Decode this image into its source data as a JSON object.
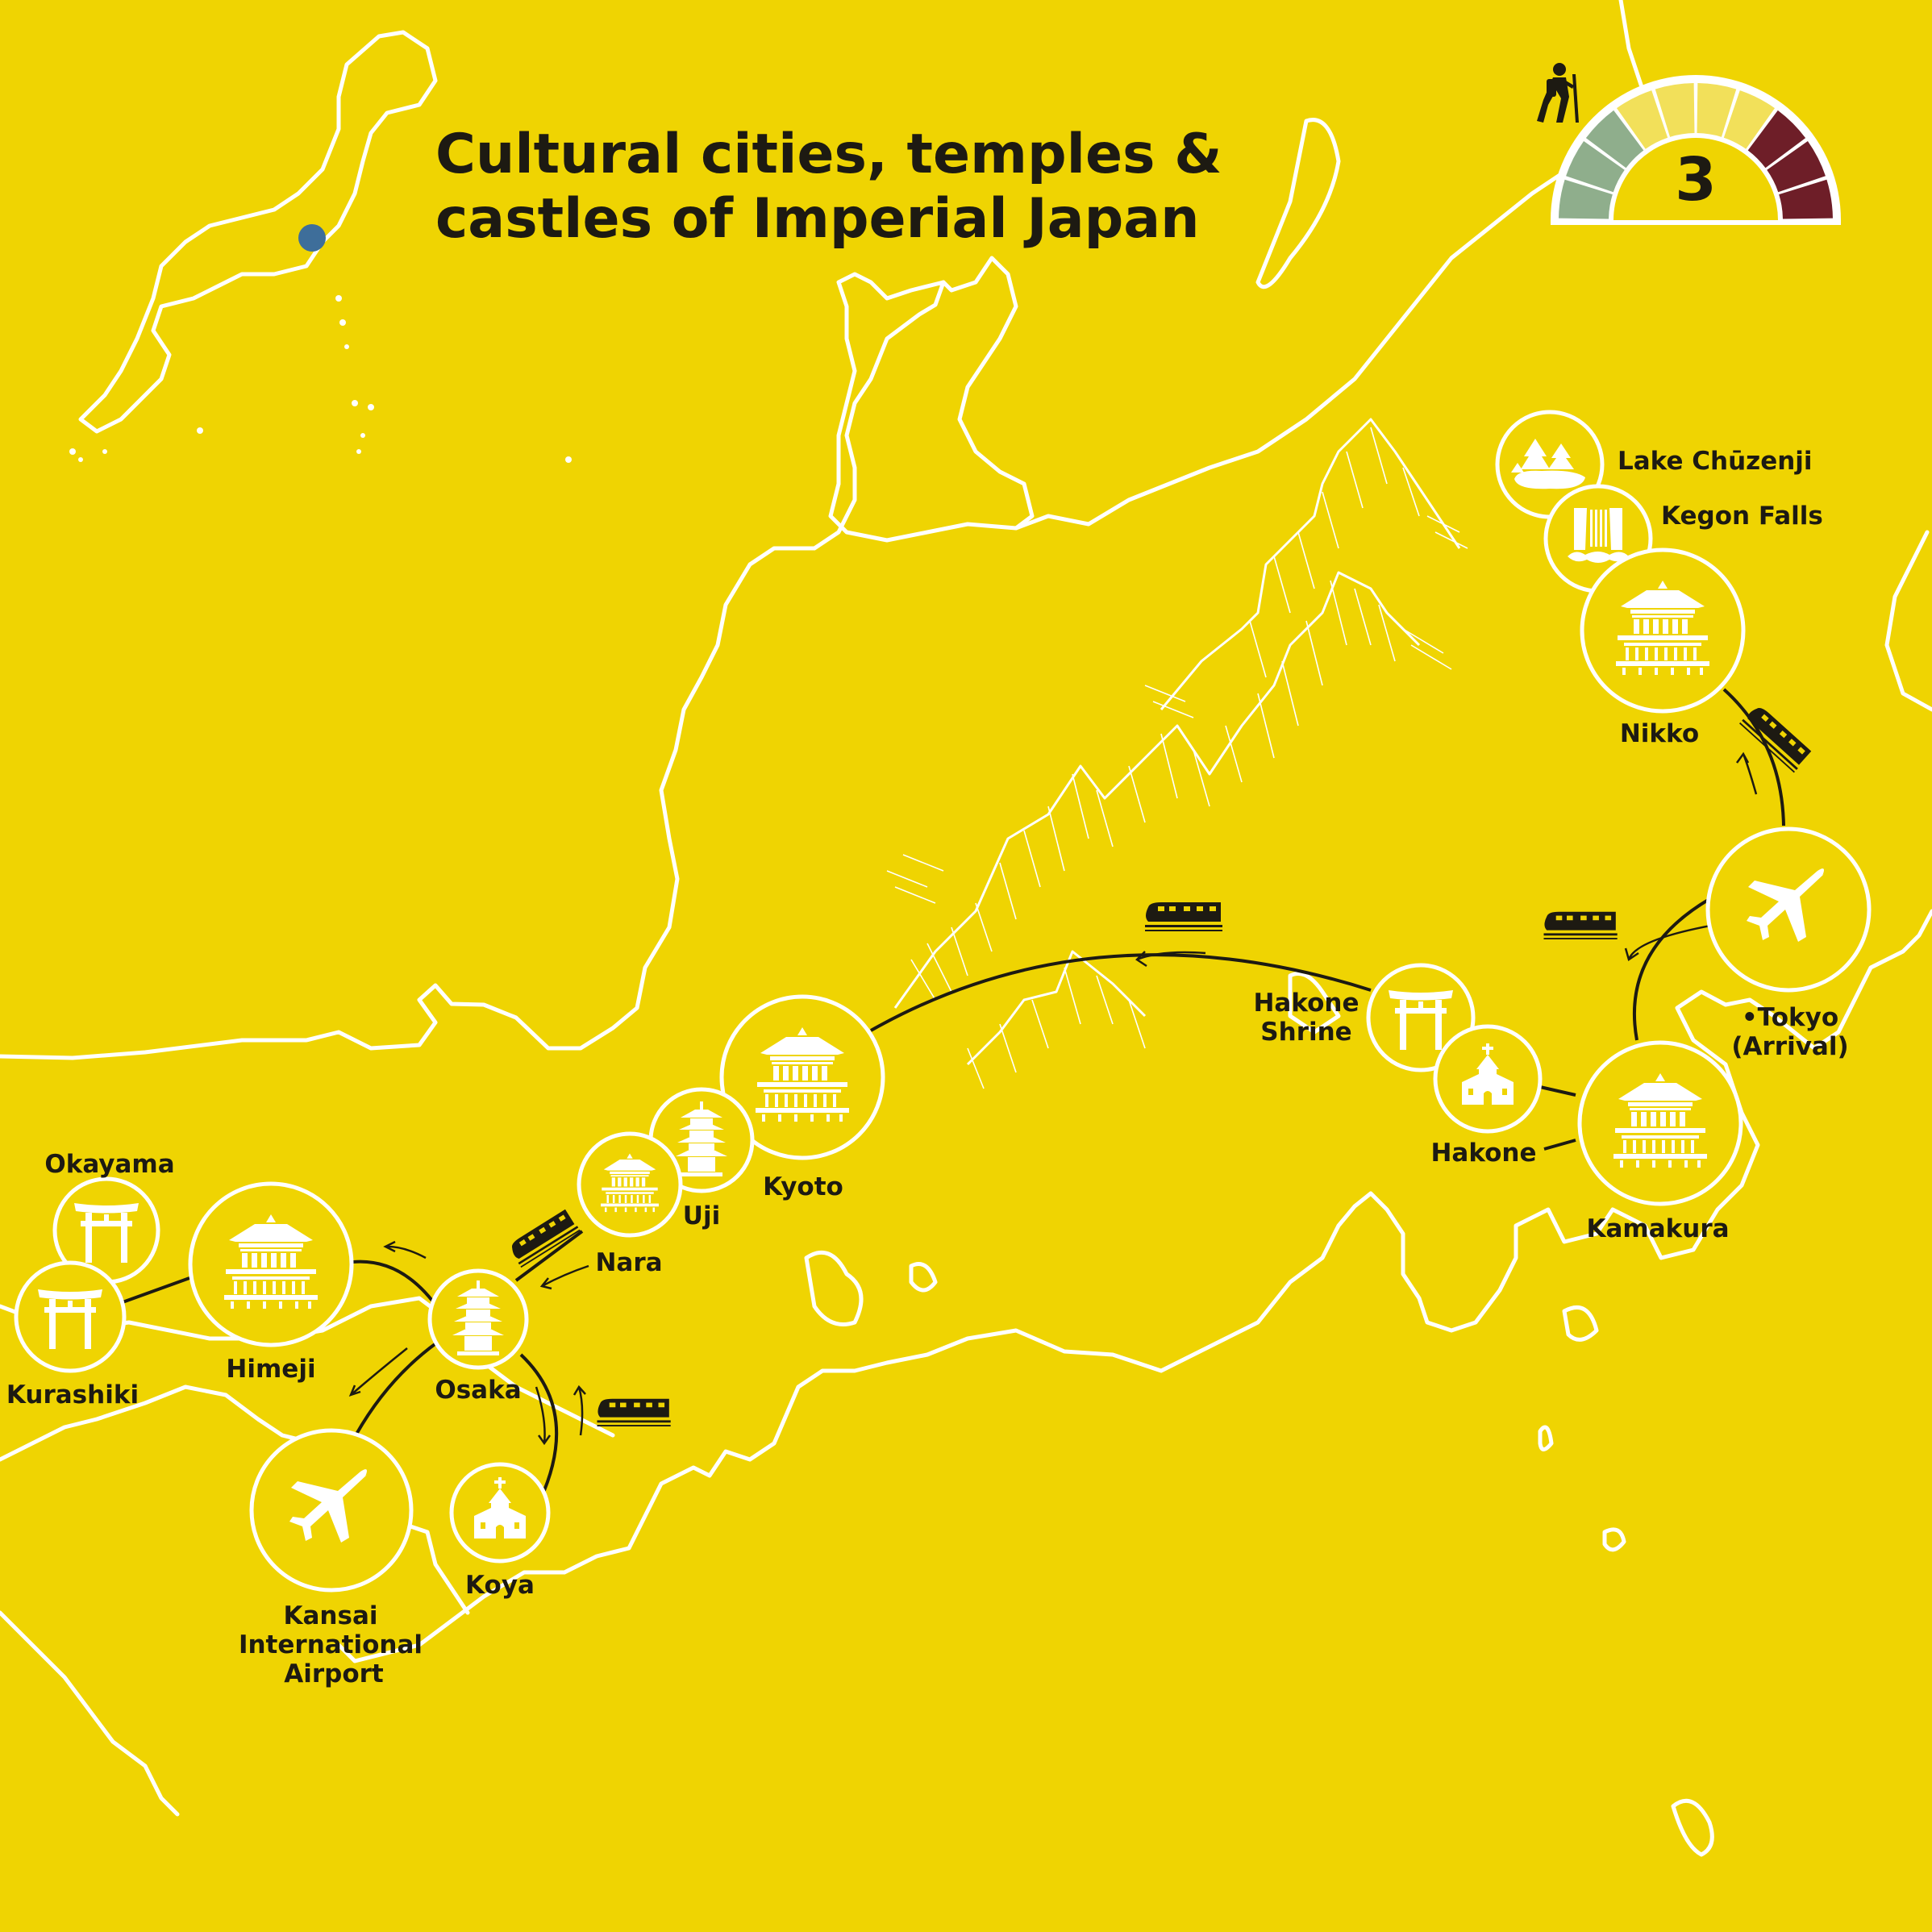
{
  "title": {
    "line1": "Cultural cities, temples &",
    "line2": "castles of Imperial Japan"
  },
  "difficulty": {
    "level": "3",
    "scale_max": 10,
    "icon": "hiker-icon",
    "colors": {
      "easy": "#8FAE8C",
      "medium": "#F2E05A",
      "hard": "#6E1E28"
    }
  },
  "places": {
    "lake_chuzenji": {
      "label": "Lake Chūzenji",
      "icon": "lake-trees-icon"
    },
    "kegon_falls": {
      "label": "Kegon Falls",
      "icon": "waterfall-icon"
    },
    "nikko": {
      "label": "Nikko",
      "icon": "temple-icon"
    },
    "tokyo": {
      "label": "•Tokyo",
      "sublabel": "(Arrival)",
      "icon": "airplane-icon"
    },
    "kamakura": {
      "label": "Kamakura",
      "icon": "temple-icon"
    },
    "hakone": {
      "label": "Hakone",
      "icon": "chapel-icon"
    },
    "hakone_shrine": {
      "label": "Hakone",
      "sublabel": "Shrine",
      "icon": "torii-icon"
    },
    "kyoto": {
      "label": "Kyoto",
      "icon": "temple-icon"
    },
    "uji": {
      "label": "Uji",
      "icon": "pagoda-icon"
    },
    "nara": {
      "label": "Nara",
      "icon": "temple-icon"
    },
    "osaka": {
      "label": "Osaka",
      "icon": "pagoda-icon"
    },
    "koya": {
      "label": "Koya",
      "icon": "chapel-icon"
    },
    "himeji": {
      "label": "Himeji",
      "icon": "temple-icon"
    },
    "okayama": {
      "label": "Okayama",
      "icon": "torii-icon"
    },
    "kurashiki": {
      "label": "Kurashiki",
      "icon": "torii-icon"
    },
    "kansai": {
      "label": "Kansai",
      "sublabel": "International",
      "sublabel2": "Airport",
      "icon": "airplane-icon"
    }
  },
  "colors": {
    "background": "#EFD402",
    "text": "#1d1a12",
    "lines": "#ffffff",
    "locator_dot": "#3E6E9A"
  }
}
